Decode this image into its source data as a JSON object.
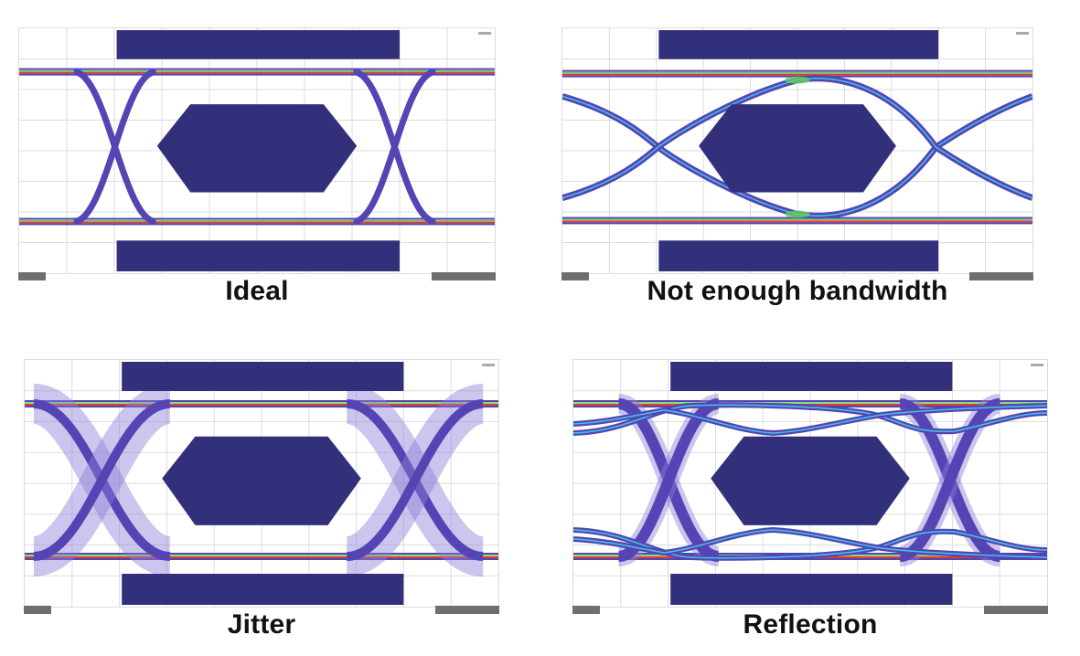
{
  "colors": {
    "mask": "#33307b",
    "trace": "#5544b4",
    "trace_light": "#8f7fd8",
    "hot_red": "#e23b2e",
    "hot_green": "#5fd35a",
    "hot_cyan": "#3ec7e6",
    "grid": "#dddddd"
  },
  "panels": [
    {
      "id": "ideal",
      "label": "Ideal",
      "style": "ideal"
    },
    {
      "id": "bandwidth",
      "label": "Not enough bandwidth",
      "style": "bandwidth"
    },
    {
      "id": "jitter",
      "label": "Jitter",
      "style": "jitter"
    },
    {
      "id": "reflection",
      "label": "Reflection",
      "style": "reflection"
    }
  ]
}
